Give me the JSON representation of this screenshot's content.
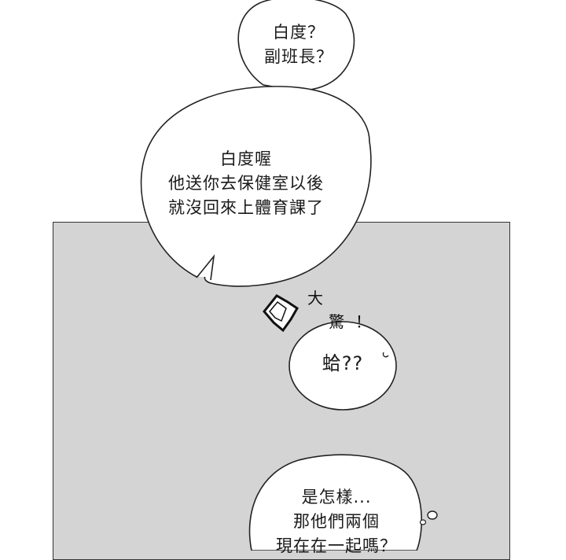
{
  "bubbles": {
    "b1": {
      "line1": "白度？",
      "line2": "副班長？"
    },
    "b2": {
      "line1": "白度喔",
      "line2": "他送你去保健室以後",
      "line3": "就沒回來上體育課了"
    },
    "b3": {
      "line1": "蛤??"
    },
    "b4": {
      "line1": "是怎樣...",
      "line2": "那他們兩個",
      "line3": "現在在一起嗎？"
    }
  },
  "sfx": {
    "char1": "大",
    "char2": "驚",
    "mark": "！"
  }
}
